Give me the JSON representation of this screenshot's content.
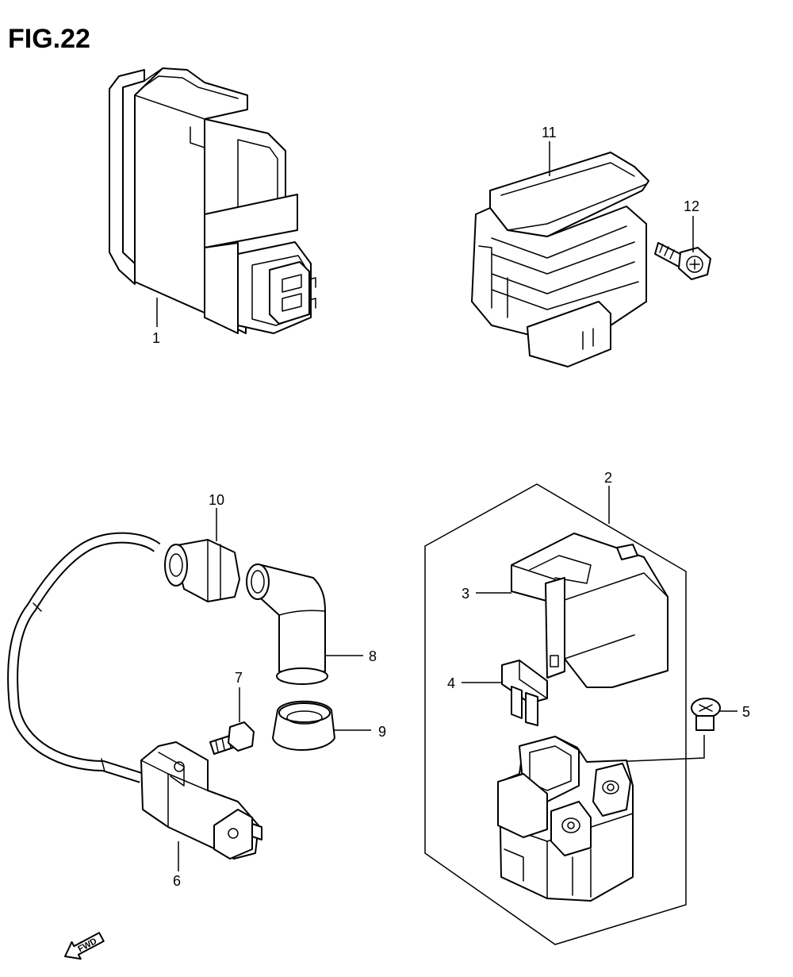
{
  "figure": {
    "title": "FIG.22"
  },
  "callouts": {
    "p1": "1",
    "p2": "2",
    "p3": "3",
    "p4": "4",
    "p5": "5",
    "p6": "6",
    "p7": "7",
    "p8": "8",
    "p9": "9",
    "p10": "10",
    "p11": "11",
    "p12": "12"
  },
  "direction_arrow": {
    "label": "FWD"
  }
}
